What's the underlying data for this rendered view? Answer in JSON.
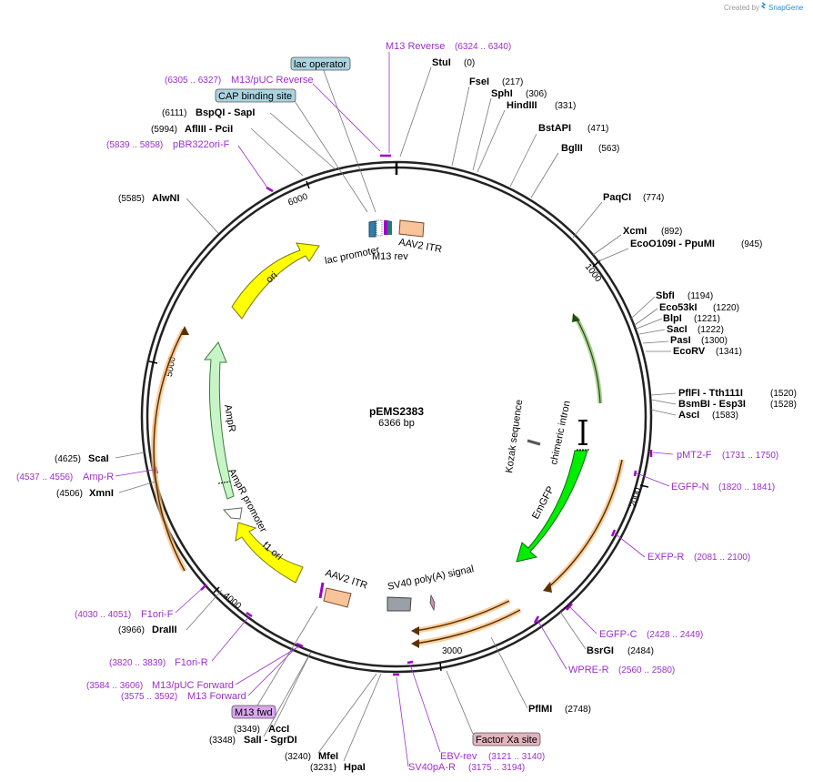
{
  "credit": {
    "text": "Created by",
    "brand": "SnapGene"
  },
  "plasmid": {
    "name": "pEMS2383",
    "length_label": "6366 bp",
    "length": 6366
  },
  "ticks": [
    "1000",
    "2000",
    "3000",
    "4000",
    "5000",
    "6000"
  ],
  "enzymes": [
    {
      "name": "StuI",
      "pos": "(0)"
    },
    {
      "name": "FseI",
      "pos": "(217)"
    },
    {
      "name": "SphI",
      "pos": "(306)"
    },
    {
      "name": "HindIII",
      "pos": "(331)"
    },
    {
      "name": "BstAPI",
      "pos": "(471)"
    },
    {
      "name": "BglII",
      "pos": "(563)"
    },
    {
      "name": "PaqCI",
      "pos": "(774)"
    },
    {
      "name": "XcmI",
      "pos": "(892)"
    },
    {
      "name": "EcoO109I - PpuMI",
      "pos": "(945)"
    },
    {
      "name": "SbfI",
      "pos": "(1194)"
    },
    {
      "name": "Eco53kI",
      "pos": "(1220)"
    },
    {
      "name": "BlpI",
      "pos": "(1221)"
    },
    {
      "name": "SacI",
      "pos": "(1222)"
    },
    {
      "name": "PasI",
      "pos": "(1300)"
    },
    {
      "name": "EcoRV",
      "pos": "(1341)"
    },
    {
      "name": "PflFI - Tth111I",
      "pos": "(1520)"
    },
    {
      "name": "BsmBI - Esp3I",
      "pos": "(1528)"
    },
    {
      "name": "AscI",
      "pos": "(1583)"
    },
    {
      "name": "BsrGI",
      "pos": "(2484)"
    },
    {
      "name": "PflMI",
      "pos": "(2748)"
    },
    {
      "name": "MfeI",
      "pos": "(3240)"
    },
    {
      "name": "HpaI",
      "pos": "(3231)"
    },
    {
      "name": "AccI",
      "pos": "(3349)"
    },
    {
      "name": "SalI - SgrDI",
      "pos": "(3348)"
    },
    {
      "name": "DraIII",
      "pos": "(3966)"
    },
    {
      "name": "XmnI",
      "pos": "(4506)"
    },
    {
      "name": "ScaI",
      "pos": "(4625)"
    },
    {
      "name": "AlwNI",
      "pos": "(5585)"
    },
    {
      "name": "AflIII - PciI",
      "pos": "(5994)"
    },
    {
      "name": "BspQI - SapI",
      "pos": "(6111)"
    }
  ],
  "primers": [
    {
      "name": "M13 Reverse",
      "range": "(6324 .. 6340)"
    },
    {
      "name": "M13/pUC Reverse",
      "range": "(6305 .. 6327)"
    },
    {
      "name": "pBR322ori-F",
      "range": "(5839 .. 5858)"
    },
    {
      "name": "pMT2-F",
      "range": "(1731 .. 1750)"
    },
    {
      "name": "EGFP-N",
      "range": "(1820 .. 1841)"
    },
    {
      "name": "EXFP-R",
      "range": "(2081 .. 2100)"
    },
    {
      "name": "EGFP-C",
      "range": "(2428 .. 2449)"
    },
    {
      "name": "WPRE-R",
      "range": "(2560 .. 2580)"
    },
    {
      "name": "EBV-rev",
      "range": "(3121 .. 3140)"
    },
    {
      "name": "SV40pA-R",
      "range": "(3175 .. 3194)"
    },
    {
      "name": "M13/pUC Forward",
      "range": "(3584 .. 3606)"
    },
    {
      "name": "M13 Forward",
      "range": "(3575 .. 3592)"
    },
    {
      "name": "F1ori-R",
      "range": "(3820 .. 3839)"
    },
    {
      "name": "F1ori-F",
      "range": "(4030 .. 4051)"
    },
    {
      "name": "Amp-R",
      "range": "(4537 .. 4556)"
    }
  ],
  "boxed_labels": [
    {
      "text": "lac operator",
      "color": "#a9d4e0"
    },
    {
      "text": "CAP binding site",
      "color": "#a9d4e0"
    },
    {
      "text": "M13 fwd",
      "color": "#d9a6f0"
    },
    {
      "text": "Factor Xa site",
      "color": "#e3b4be"
    }
  ],
  "features": [
    {
      "name": "chimeric intron",
      "color": "#8bc34a"
    },
    {
      "name": "Kozak sequence",
      "color": "#777777"
    },
    {
      "name": "EmGFP",
      "color": "#00ee00"
    },
    {
      "name": "SV40 poly(A) signal",
      "color": "#9e9e9e"
    },
    {
      "name": "AAV2 ITR",
      "color": "#f9c49a"
    },
    {
      "name": "AAV2 ITR",
      "color": "#f9c49a"
    },
    {
      "name": "f1 ori",
      "color": "#ffff00"
    },
    {
      "name": "AmpR promoter",
      "color": "#ffffff"
    },
    {
      "name": "AmpR",
      "color": "#c8f5c8"
    },
    {
      "name": "ori",
      "color": "#ffff00"
    },
    {
      "name": "lac promoter",
      "color": "#3d7a99"
    },
    {
      "name": "M13 rev",
      "color": "#a000c8"
    }
  ]
}
